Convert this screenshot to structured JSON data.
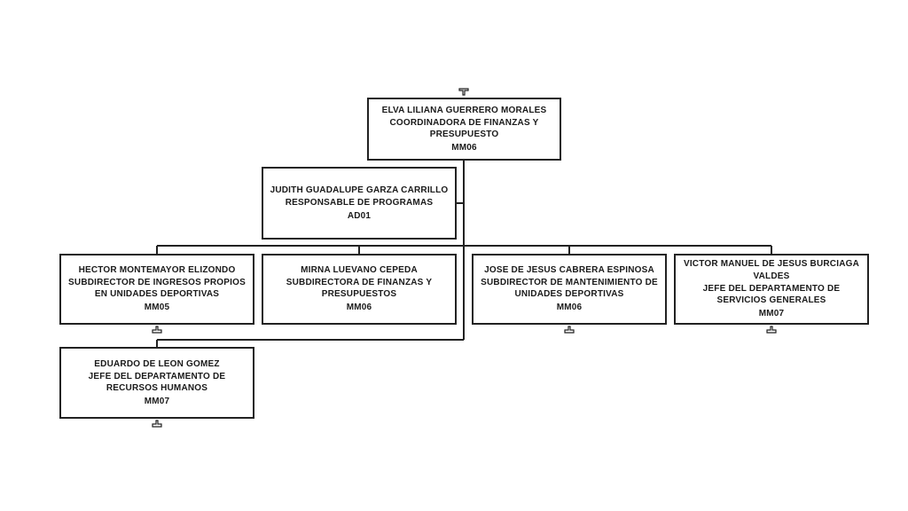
{
  "nodes": {
    "root": {
      "name": "ELVA LILIANA GUERRERO MORALES",
      "title": "COORDINADORA DE FINANZAS Y PRESUPUESTO",
      "code": "MM06"
    },
    "assistant": {
      "name": "JUDITH GUADALUPE GARZA CARRILLO",
      "title": "RESPONSABLE DE PROGRAMAS",
      "code": "AD01"
    },
    "sub1": {
      "name": "HECTOR MONTEMAYOR ELIZONDO",
      "title": "SUBDIRECTOR DE INGRESOS PROPIOS EN UNIDADES DEPORTIVAS",
      "code": "MM05"
    },
    "sub2": {
      "name": "MIRNA LUEVANO CEPEDA",
      "title": "SUBDIRECTORA DE FINANZAS Y PRESUPUESTOS",
      "code": "MM06"
    },
    "sub3": {
      "name": "JOSE DE JESUS CABRERA ESPINOSA",
      "title": "SUBDIRECTOR DE MANTENIMIENTO DE UNIDADES DEPORTIVAS",
      "code": "MM06"
    },
    "sub4": {
      "name": "VICTOR MANUEL DE JESUS BURCIAGA VALDES",
      "title": "JEFE DEL DEPARTAMENTO DE SERVICIOS GENERALES",
      "code": "MM07"
    },
    "sub5": {
      "name": "EDUARDO DE LEON GOMEZ",
      "title": "JEFE DEL DEPARTAMENTO DE RECURSOS HUMANOS",
      "code": "MM07"
    }
  },
  "colors": {
    "border": "#222222",
    "line": "#222222",
    "text": "#1a1a1a"
  },
  "icons": {
    "collapse": "collapse-up-icon",
    "expand": "expand-down-icon"
  }
}
